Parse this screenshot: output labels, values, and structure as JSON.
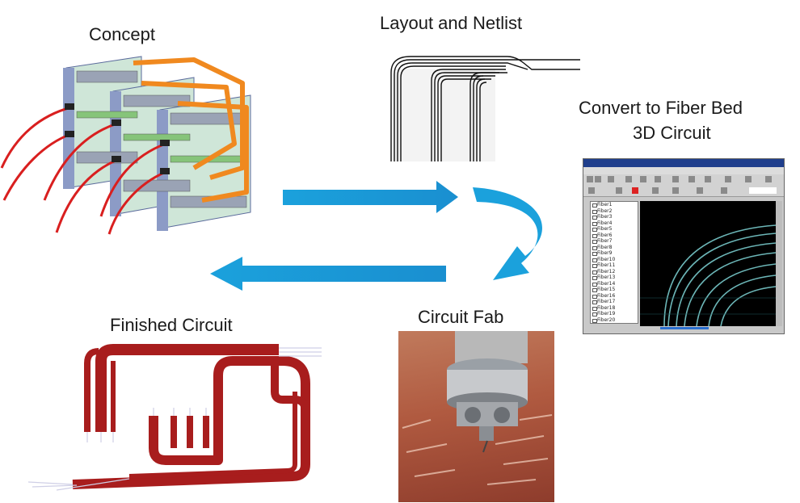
{
  "labels": {
    "concept": "Concept",
    "layout": "Layout and Netlist",
    "convert_line1": "Convert to Fiber Bed",
    "convert_line2": "3D Circuit",
    "circuit_fab": "Circuit Fab",
    "finished": "Finished Circuit"
  },
  "colors": {
    "arrow": "#1ba1dc",
    "fiber_red": "#d91f1f",
    "circuit_red": "#a81d1d",
    "board_blue": "#8c9bc6",
    "router_orange": "#f0891f",
    "cad_bg": "#000000",
    "cad_curve": "#7fd6d8"
  },
  "cad_sidebar_items": [
    "Fiber1",
    "Fiber2",
    "Fiber3",
    "Fiber4",
    "Fiber5",
    "Fiber6",
    "Fiber7",
    "Fiber8",
    "Fiber9",
    "Fiber10",
    "Fiber11",
    "Fiber12",
    "Fiber13",
    "Fiber14",
    "Fiber15",
    "Fiber16",
    "Fiber17",
    "Fiber18",
    "Fiber19",
    "Fiber20"
  ]
}
